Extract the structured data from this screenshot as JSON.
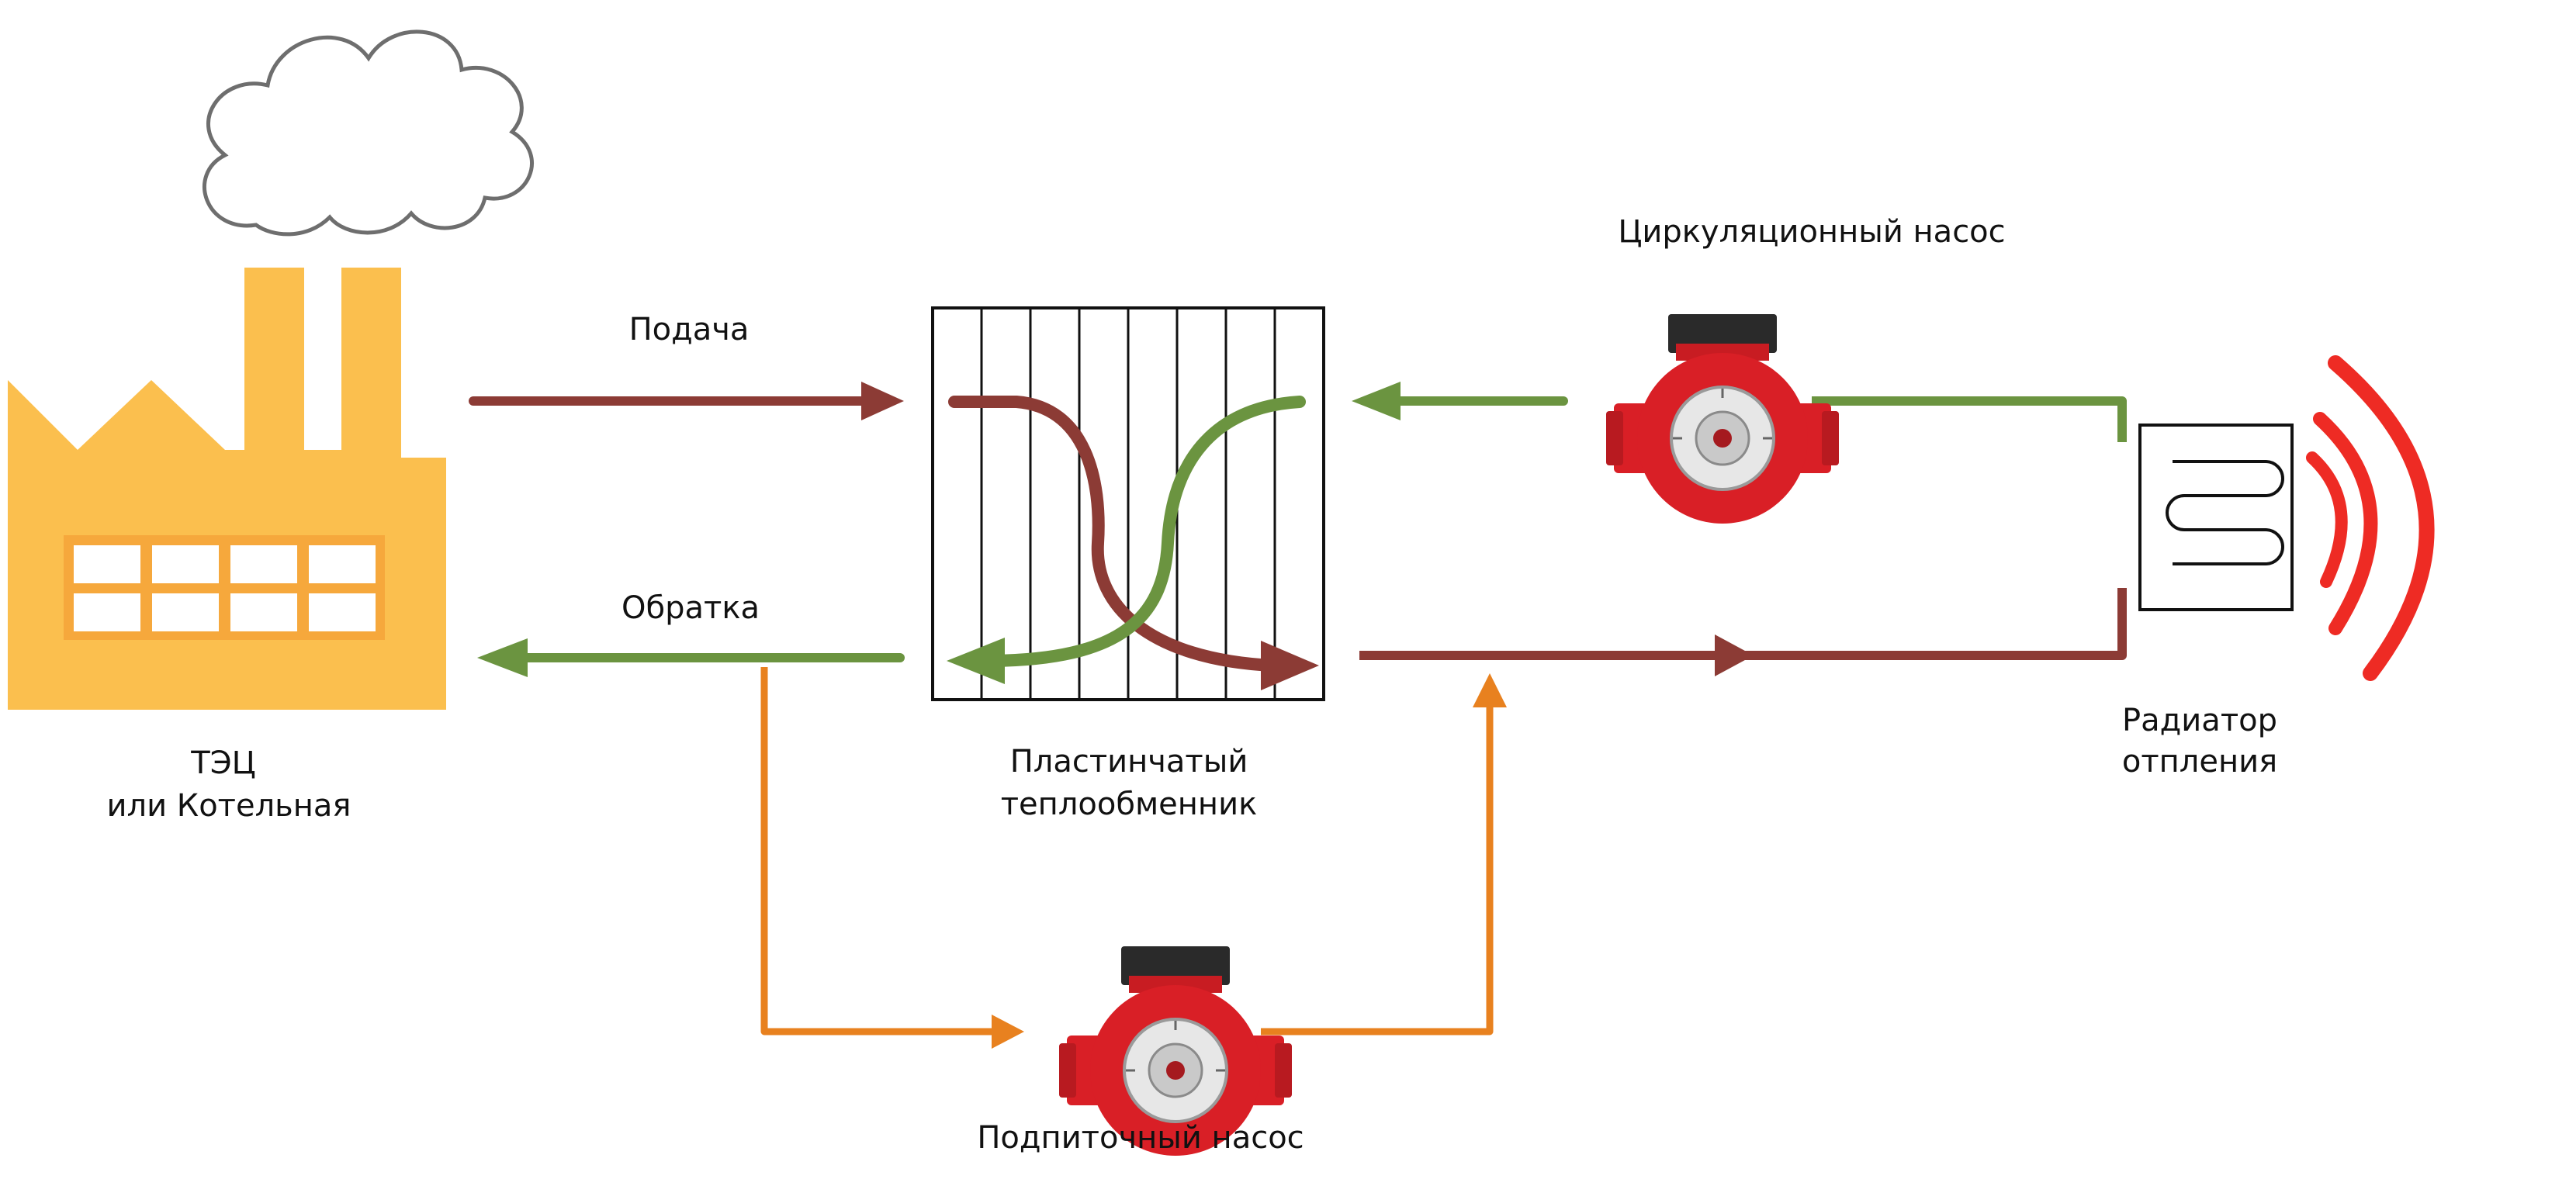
{
  "labels": {
    "plant_line1": "ТЭЦ",
    "plant_line2": "или Котельная",
    "supply": "Подача",
    "return": "Обратка",
    "exchanger_line1": "Пластинчатый",
    "exchanger_line2": "теплообменник",
    "circulation_pump": "Циркуляционный насос",
    "radiator_line1": "Радиатор",
    "radiator_line2": "отпления",
    "makeup_pump": "Подпиточный насос"
  },
  "colors": {
    "hot": "#8c3b35",
    "cold": "#6b9440",
    "makeup": "#e8811f",
    "plant": "#fbbf4e",
    "pump": "#d91f26",
    "heat_waves": "#ee2b24"
  },
  "icons": {
    "plant": "factory-icon",
    "smoke": "cloud-icon",
    "pump": "pump-icon",
    "radiator": "radiator-icon",
    "heat": "heat-waves-icon"
  }
}
